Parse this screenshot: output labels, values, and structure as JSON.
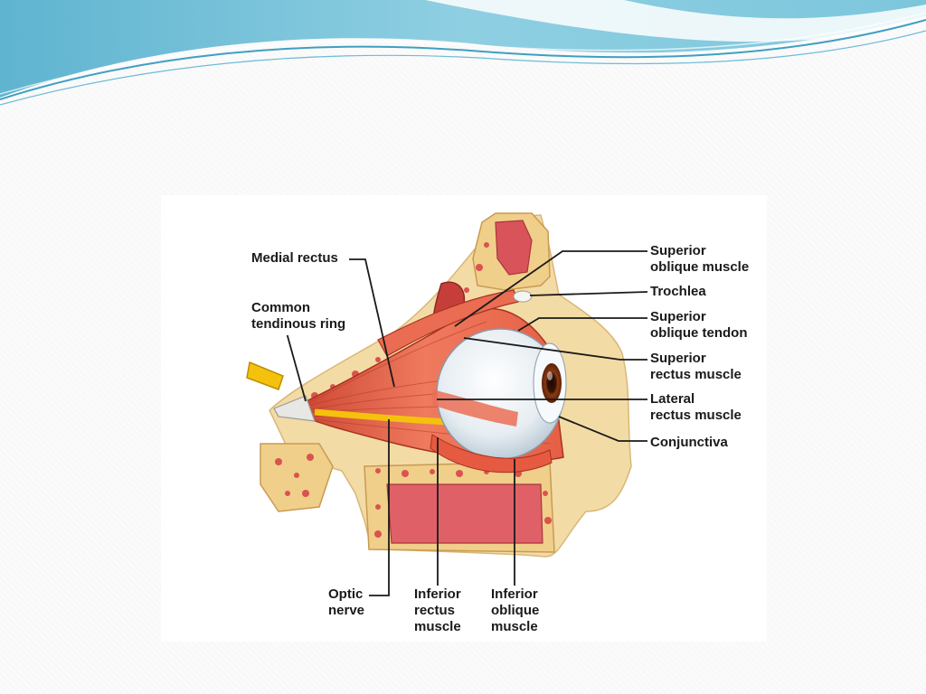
{
  "theme": {
    "header_color_dark": "#4aa9c8",
    "header_color_light": "#8fd0e3",
    "muscle_color": "#e8604a",
    "bone_color": "#f2d9a3",
    "marrow_color": "#d9534f",
    "sclera_color": "#eef2f5",
    "iris_color": "#7a2e0e",
    "nerve_color": "#f4c20d"
  },
  "diagram": {
    "labels": {
      "medial_rectus": "Medial rectus",
      "common_ring_1": "Common",
      "common_ring_2": "tendinous ring",
      "superior_oblique_1": "Superior",
      "superior_oblique_2": "oblique muscle",
      "trochlea": "Trochlea",
      "superior_oblique_tendon_1": "Superior",
      "superior_oblique_tendon_2": "oblique tendon",
      "superior_rectus_1": "Superior",
      "superior_rectus_2": "rectus muscle",
      "lateral_rectus_1": "Lateral",
      "lateral_rectus_2": "rectus muscle",
      "conjunctiva": "Conjunctiva",
      "optic_nerve_1": "Optic",
      "optic_nerve_2": "nerve",
      "inferior_rectus_1": "Inferior",
      "inferior_rectus_2": "rectus",
      "inferior_rectus_3": "muscle",
      "inferior_oblique_1": "Inferior",
      "inferior_oblique_2": "oblique",
      "inferior_oblique_3": "muscle"
    }
  }
}
